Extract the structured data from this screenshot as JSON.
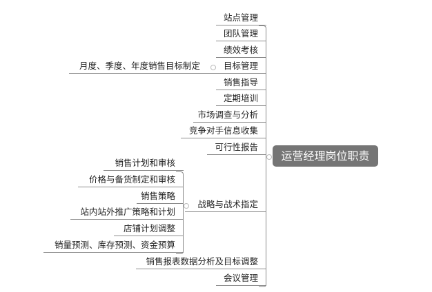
{
  "root": "运营经理岗位职责",
  "branches": [
    {
      "label": "站点管理"
    },
    {
      "label": "团队管理"
    },
    {
      "label": "绩效考核"
    },
    {
      "label": "目标管理",
      "children": [
        "月度、季度、年度销售目标制定"
      ]
    },
    {
      "label": "销售指导"
    },
    {
      "label": "定期培训"
    },
    {
      "label": "市场调查与分析"
    },
    {
      "label": "竞争对手信息收集"
    },
    {
      "label": "可行性报告"
    },
    {
      "label": "战略与战术指定",
      "children": [
        "销售计划和审核",
        "价格与备货制定和审核",
        "销售策略",
        "站内站外推广策略和计划",
        "店铺计划调整",
        "销量预测、库存预测、资金预算"
      ]
    },
    {
      "label": "销售报表数据分析及目标调整"
    },
    {
      "label": "会议管理"
    }
  ]
}
